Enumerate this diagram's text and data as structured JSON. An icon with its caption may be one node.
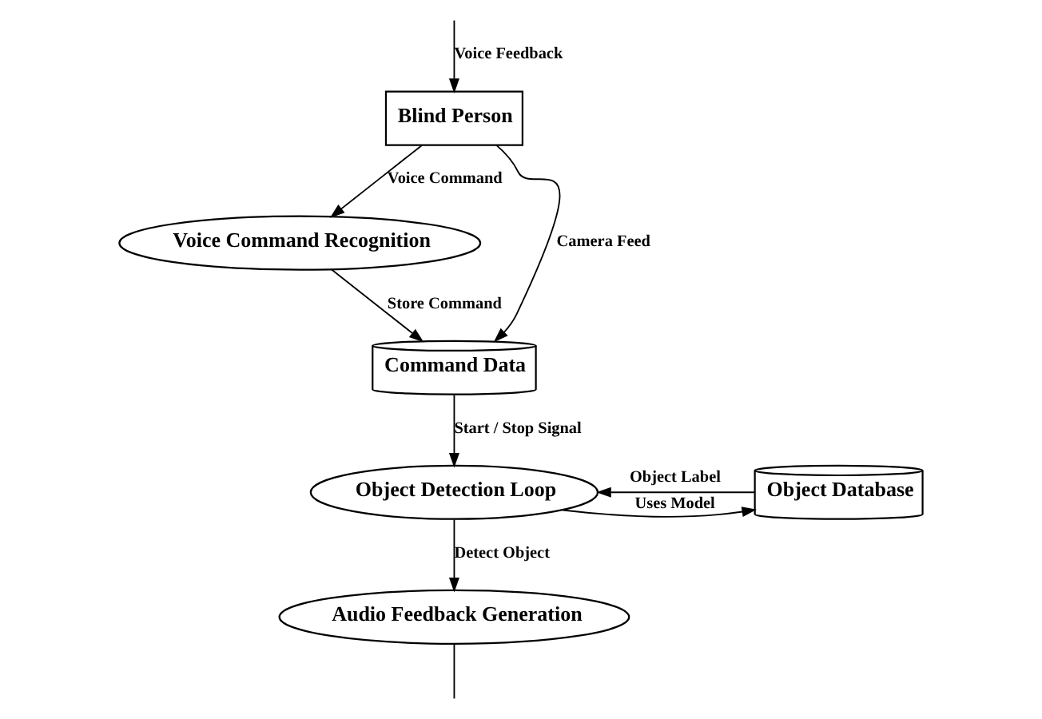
{
  "diagram": {
    "nodes": [
      {
        "text": [
          "Blind Person"
        ]
      },
      {
        "text": [
          "Voice Command Recognition"
        ]
      },
      {
        "text": [
          "Command Data"
        ]
      },
      {
        "text": [
          "Object Detection Loop"
        ]
      },
      {
        "text": [
          "Object Database"
        ]
      },
      {
        "text": [
          "Audio Feedback Generation"
        ]
      }
    ],
    "edges": [
      {
        "from": 0,
        "to": 1,
        "arrow": "to",
        "label": "Voice Command"
      },
      {
        "from": 1,
        "to": 2,
        "arrow": "to",
        "label": "Store Command"
      },
      {
        "from": 0,
        "to": 2,
        "arrow": "to",
        "label": "Camera Feed"
      },
      {
        "from": 2,
        "to": 3,
        "arrow": "to",
        "label": "Start / Stop Signal"
      },
      {
        "from": 4,
        "to": 3,
        "arrow": "to",
        "label": "Object Label"
      },
      {
        "from": 3,
        "to": 4,
        "arrow": "to",
        "label": "Uses Model"
      },
      {
        "from": 3,
        "to": 5,
        "arrow": "to",
        "label": "Detect Object"
      },
      {
        "from": 5,
        "to": null,
        "arrow": "none"
      },
      {
        "from": null,
        "to": 0,
        "arrow": "to",
        "label": "Voice Feedback"
      }
    ]
  }
}
